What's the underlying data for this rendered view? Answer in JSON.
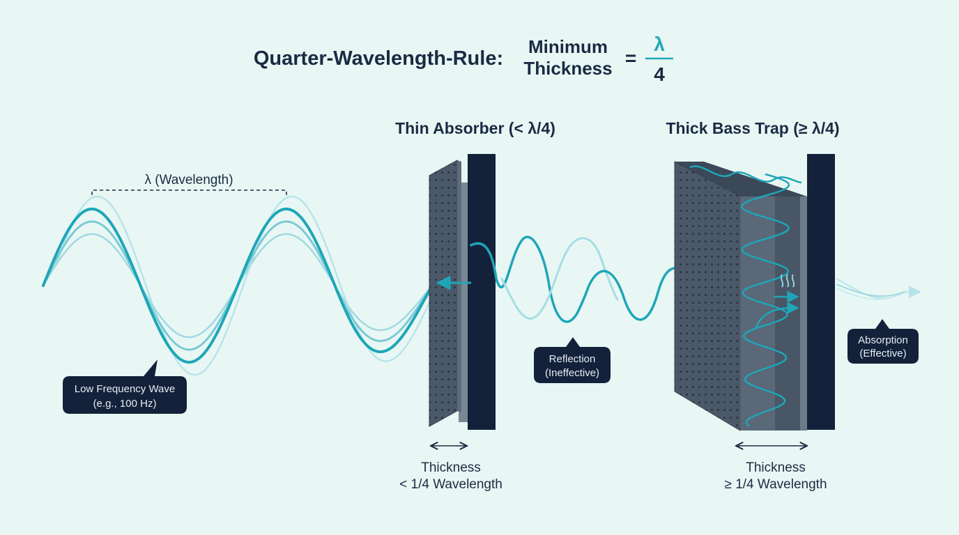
{
  "title": {
    "prefix": "Quarter-Wavelength-Rule:",
    "term_line1": "Minimum",
    "term_line2": "Thickness",
    "equals": "=",
    "numerator": "λ",
    "denominator": "4"
  },
  "wave": {
    "wavelength_label": "λ (Wavelength)"
  },
  "callouts": {
    "low_freq_line1": "Low Frequency Wave",
    "low_freq_line2": "(e.g., 100 Hz)",
    "reflection_line1": "Reflection",
    "reflection_line2": "(Ineffective)",
    "absorption_line1": "Absorption",
    "absorption_line2": "(Effective)"
  },
  "thin_absorber": {
    "heading": "Thin Absorber (< λ/4)",
    "thickness_line1": "Thickness",
    "thickness_line2": "< 1/4 Wavelength"
  },
  "bass_trap": {
    "heading": "Thick Bass Trap (≥ λ/4)",
    "thickness_line1": "Thickness",
    "thickness_line2": "≥ 1/4 Wavelength"
  },
  "colors": {
    "background": "#e9f7f4",
    "wave": "#1ea6b8",
    "wave_light": "#8fd3dc",
    "wall": "#14213b",
    "panel": "#4a5868",
    "text_dark": "#1b2a44",
    "bubble": "#14213b"
  }
}
